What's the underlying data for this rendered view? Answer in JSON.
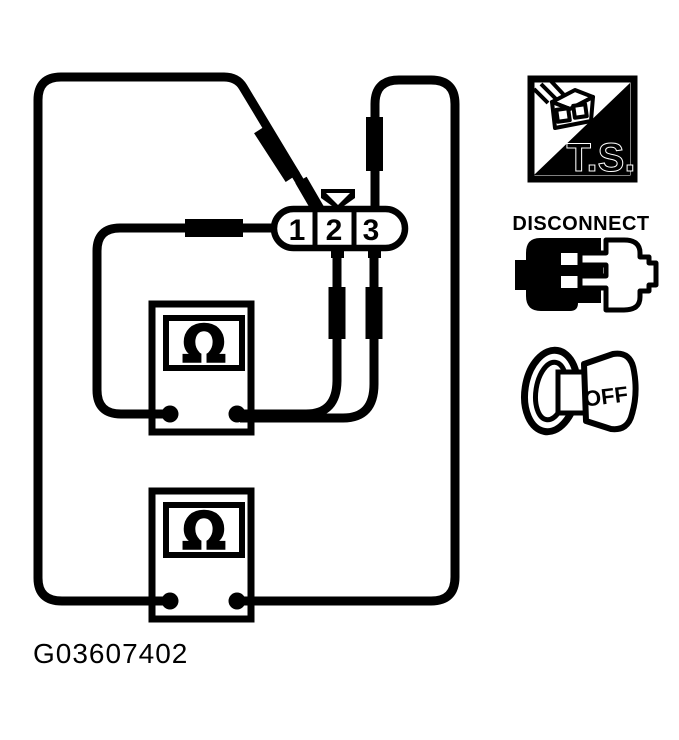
{
  "figure": {
    "caption": "G03607402"
  },
  "diagram": {
    "connector": {
      "pin_labels": [
        "1",
        "2",
        "3"
      ]
    },
    "ohmmeter_upper": {
      "symbol": "Ω"
    },
    "ohmmeter_lower": {
      "symbol": "Ω"
    }
  },
  "legend_icons": {
    "test_probe": {
      "label": "T.S."
    },
    "disconnect": {
      "label": "DISCONNECT"
    },
    "ignition_key_off": {
      "label": "OFF"
    }
  },
  "colors": {
    "line": "#000000",
    "background": "#ffffff"
  }
}
